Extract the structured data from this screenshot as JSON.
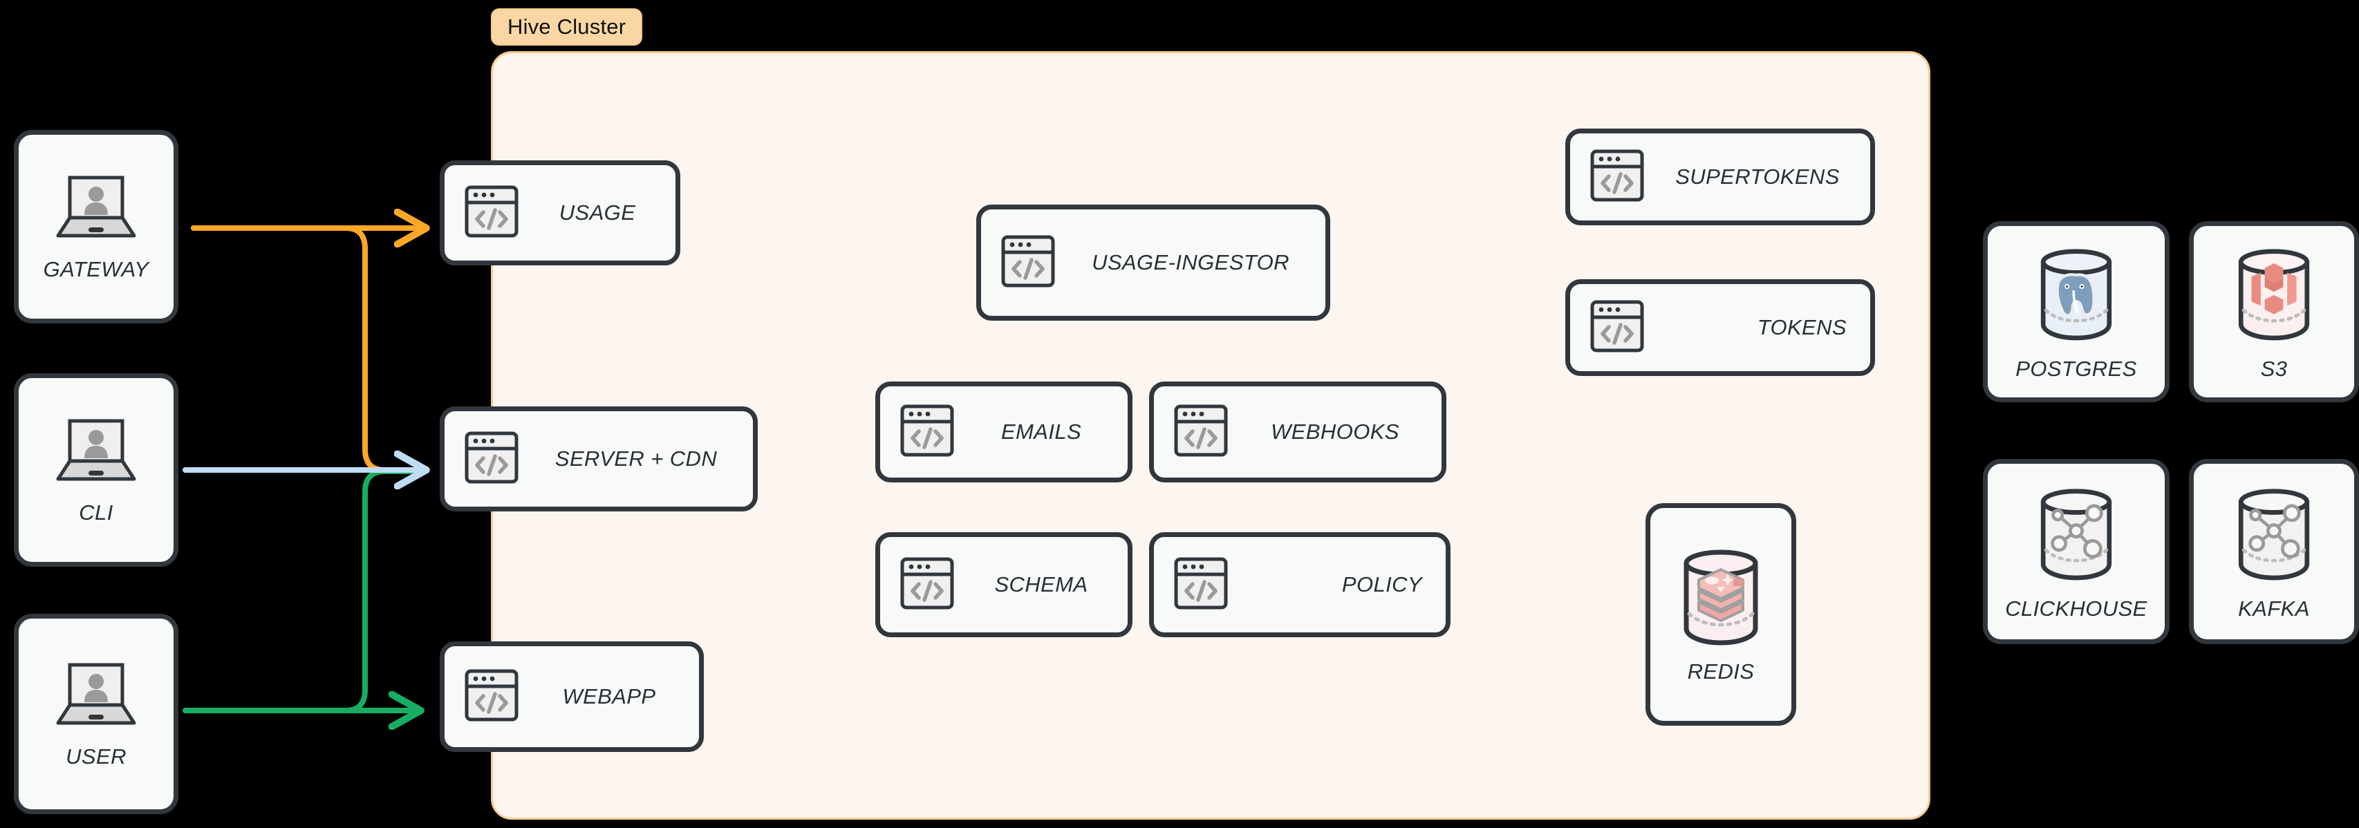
{
  "diagram": {
    "title": "Hive Cluster architecture",
    "background": "#000000"
  },
  "cluster": {
    "badge_label": "Hive Cluster",
    "panel_fill": "#FDF5EF",
    "panel_border": "#F7C98C",
    "badge_fill": "#FAD6A4"
  },
  "clients": [
    {
      "id": "gateway",
      "label": "GATEWAY",
      "icon": "laptop-user-icon"
    },
    {
      "id": "cli",
      "label": "CLI",
      "icon": "laptop-user-icon"
    },
    {
      "id": "user",
      "label": "USER",
      "icon": "laptop-user-icon"
    }
  ],
  "edge_services": [
    {
      "id": "usage",
      "label": "USAGE",
      "icon": "code-window-icon"
    },
    {
      "id": "server-cdn",
      "label": "SERVER + CDN",
      "icon": "code-window-icon"
    },
    {
      "id": "webapp",
      "label": "WEBAPP",
      "icon": "code-window-icon"
    }
  ],
  "core_services": [
    {
      "id": "usage-ingestor",
      "label": "USAGE-INGESTOR",
      "icon": "code-window-icon"
    },
    {
      "id": "emails",
      "label": "EMAILS",
      "icon": "code-window-icon"
    },
    {
      "id": "webhooks",
      "label": "WEBHOOKS",
      "icon": "code-window-icon"
    },
    {
      "id": "schema",
      "label": "SCHEMA",
      "icon": "code-window-icon"
    },
    {
      "id": "policy",
      "label": "POLICY",
      "icon": "code-window-icon"
    }
  ],
  "auth_services": [
    {
      "id": "supertokens",
      "label": "SUPERTOKENS",
      "icon": "code-window-icon"
    },
    {
      "id": "tokens",
      "label": "TOKENS",
      "icon": "code-window-icon"
    }
  ],
  "cluster_stores": [
    {
      "id": "redis",
      "label": "REDIS",
      "icon": "redis-database-icon"
    }
  ],
  "external_stores": [
    {
      "id": "postgres",
      "label": "POSTGRES",
      "icon": "postgres-database-icon"
    },
    {
      "id": "s3",
      "label": "S3",
      "icon": "s3-database-icon"
    },
    {
      "id": "clickhouse",
      "label": "CLICKHOUSE",
      "icon": "graph-database-icon"
    },
    {
      "id": "kafka",
      "label": "KAFKA",
      "icon": "graph-database-icon"
    }
  ],
  "connections": [
    {
      "id": "gateway-to-usage",
      "from": "gateway",
      "to": "usage",
      "color": "#FFA726"
    },
    {
      "id": "gateway-to-server-cdn",
      "from": "gateway",
      "to": "server-cdn",
      "color": "#FFA726"
    },
    {
      "id": "cli-to-server-cdn",
      "from": "cli",
      "to": "server-cdn",
      "color": "#BFDCF5"
    },
    {
      "id": "user-to-server-cdn",
      "from": "user",
      "to": "server-cdn",
      "color": "#16AE62"
    },
    {
      "id": "user-to-webapp",
      "from": "user",
      "to": "webapp",
      "color": "#16AE62"
    }
  ],
  "colors": {
    "orange": "#FFA726",
    "green": "#16AE62",
    "blue": "#BFDCF5",
    "node_border": "#31373D",
    "node_fill": "#F8F9F9",
    "label": "#2A2F35"
  }
}
